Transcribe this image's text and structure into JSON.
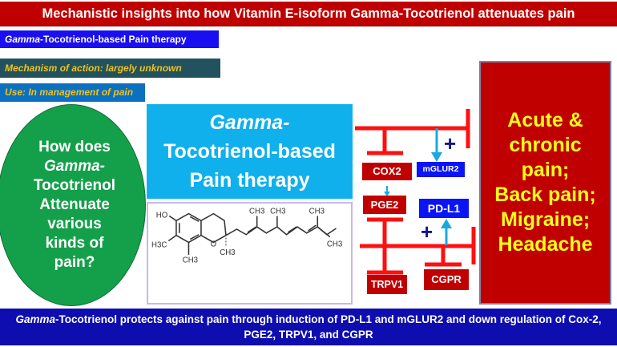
{
  "title": "Mechanistic insights into how Vitamin E-isoform Gamma-Tocotrienol attenuates pain",
  "tags": {
    "therapy": {
      "italic": "Gamma",
      "rest": "-Tocotrienol-based Pain therapy"
    },
    "mechanism": "Mechanism of action: largely unknown",
    "use": "Use: In management of pain"
  },
  "question": {
    "line1": "How does",
    "italic": "Gamma-",
    "rest": [
      "Tocotrienol",
      "Attenuate",
      "various",
      "kinds of",
      "pain?"
    ]
  },
  "therapy_box": {
    "italic": "Gamma-",
    "line2": "Tocotrienol-based",
    "line3": "Pain therapy"
  },
  "structure": {
    "labels": {
      "ho": "HO",
      "h3c": "H3C",
      "o": "O",
      "ch3_bottom_left": "CH3",
      "ch3_chiral": "CH3",
      "ch3_1": "CH3",
      "ch3_2": "CH3",
      "ch3_3": "CH3",
      "ch3_end": "CH3"
    }
  },
  "nodes": {
    "cox2": "COX2",
    "mglur2": "mGLUR2",
    "pge2": "PGE2",
    "pdl1": "PD-L1",
    "trpv1": "TRPV1",
    "cgpr": "CGPR"
  },
  "symbols": {
    "plus": "+"
  },
  "pain_box": [
    "Acute &",
    "chronic",
    "pain;",
    "Back pain;",
    "Migraine;",
    "Headache"
  ],
  "bottom": {
    "italic": "Gamma",
    "rest": "-Tocotrienol protects against pain through induction of PD-L1 and mGLUR2 and down regulation of Cox-2, PGE2, TRPV1, and CGPR"
  },
  "colors": {
    "inhibit": "#ff0f0f",
    "activate": "#1aa8e0",
    "plus": "#14148c",
    "title_red": "#c00000",
    "node_blue": "#0a14f5"
  }
}
